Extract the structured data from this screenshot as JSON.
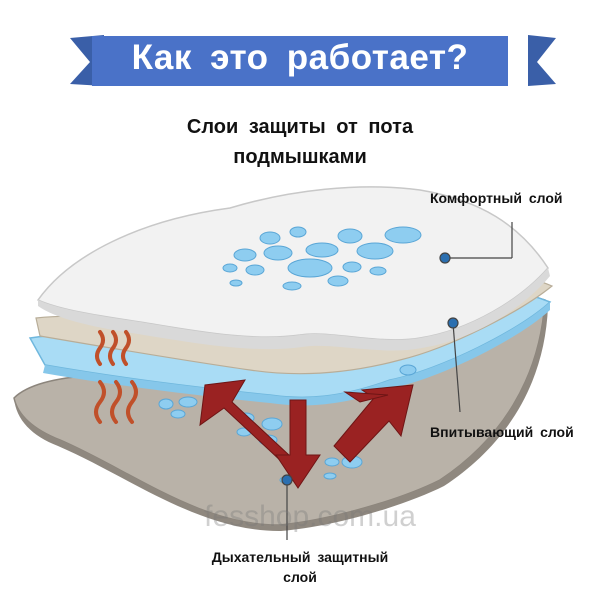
{
  "banner": {
    "title": "Как это работает?",
    "color": "#4a72c8"
  },
  "heading": {
    "line1": "Слои защиты от пота",
    "line2": "подмышками"
  },
  "labels": {
    "comfort": "Комфортный слой",
    "absorb": "Впитывающий слой",
    "breathable_line1": "Дыхательный защитный",
    "breathable_line2": "слой"
  },
  "watermark": "fesshop.com.ua",
  "colors": {
    "top_layer": "#f2f2f2",
    "middle_layer": "#a9dcf5",
    "bottom_layer": "#b9b2a8",
    "arrows": "#9a2222",
    "heat": "#c0502a"
  }
}
